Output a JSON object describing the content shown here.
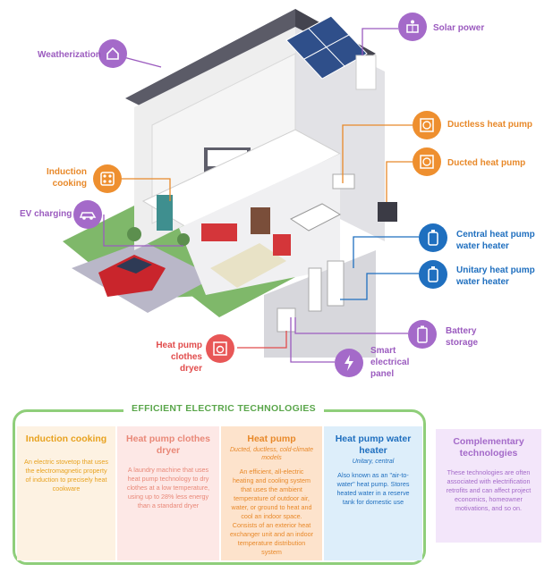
{
  "colors": {
    "purple": "#9b5bbf",
    "orange": "#e8892a",
    "blue": "#1f6fbf",
    "red": "#e14c4c",
    "green": "#8fce7a"
  },
  "callouts": {
    "weatherization": "Weatherization",
    "solar_power": "Solar power",
    "ductless_heat_pump": "Ductless heat pump",
    "ducted_heat_pump": "Ducted heat pump",
    "induction_cooking_1": "Induction",
    "induction_cooking_2": "cooking",
    "ev_charging": "EV charging",
    "central_hp_water_heater_1": "Central heat pump",
    "central_hp_water_heater_2": "water heater",
    "unitary_hp_water_heater_1": "Unitary heat pump",
    "unitary_hp_water_heater_2": "water heater",
    "battery_storage_1": "Battery",
    "battery_storage_2": "storage",
    "hp_clothes_dryer_1": "Heat pump",
    "hp_clothes_dryer_2": "clothes dryer",
    "smart_panel_1": "Smart",
    "smart_panel_2": "electrical",
    "smart_panel_3": "panel"
  },
  "legend": {
    "title": "EFFICIENT ELECTRIC TECHNOLOGIES",
    "columns": [
      {
        "title": "Induction cooking",
        "subtitle": "",
        "body": "An electric stovetop that uses the electromagnetic property of induction to precisely heat cookware"
      },
      {
        "title": "Heat pump clothes dryer",
        "subtitle": "",
        "body": "A laundry machine that uses heat pump technology to dry clothes at a low temperature, using up to 28% less energy than a standard dryer"
      },
      {
        "title": "Heat pump",
        "subtitle": "Ducted, ductless, cold-climate models",
        "body": "An efficient, all-electric heating and cooling system that uses the ambient temperature of outdoor air, water, or ground to heat and cool an indoor space. Consists of an exterior heat exchanger unit and an indoor temperature distribution system"
      },
      {
        "title": "Heat pump water heater",
        "subtitle": "Unitary, central",
        "body": "Also known as an \"air-to-water\" heat pump. Stores heated water in a reserve tank for domestic use"
      },
      {
        "title": "Complementary technologies",
        "subtitle": "",
        "body": "These technologies are often associated with electrification retrofits and can affect project economics, homeowner motivations, and so on."
      }
    ]
  }
}
